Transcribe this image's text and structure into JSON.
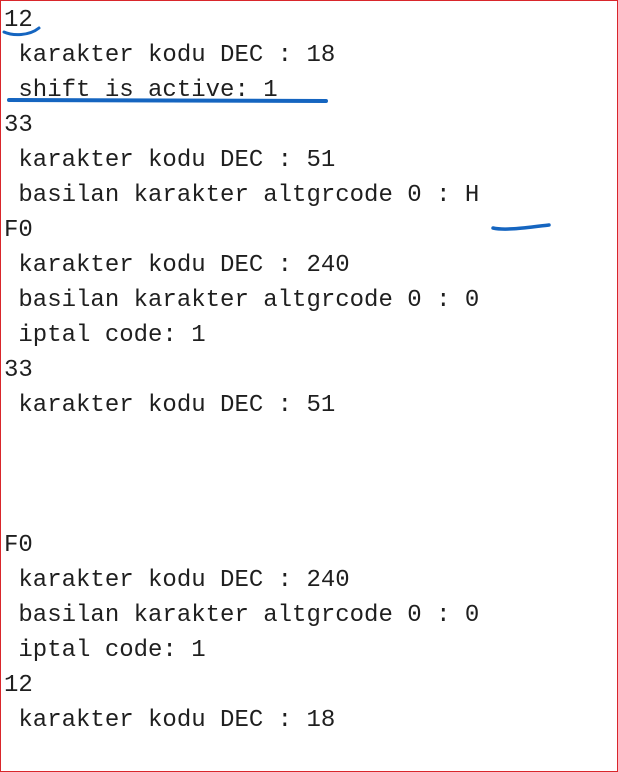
{
  "console": {
    "lines": [
      "12",
      " karakter kodu DEC : 18",
      " shift is active: 1",
      "33",
      " karakter kodu DEC : 51",
      " basilan karakter altgrcode 0 : H",
      "F0",
      " karakter kodu DEC : 240",
      " basilan karakter altgrcode 0 : 0",
      " iptal code: 1",
      "33",
      " karakter kodu DEC : 51",
      "",
      "",
      "",
      "F0",
      " karakter kodu DEC : 240",
      " basilan karakter altgrcode 0 : 0",
      " iptal code: 1",
      "12",
      " karakter kodu DEC : 18"
    ]
  },
  "colors": {
    "border": "#d9262b",
    "text": "#1f1f1f",
    "annotation": "#1565c0"
  }
}
